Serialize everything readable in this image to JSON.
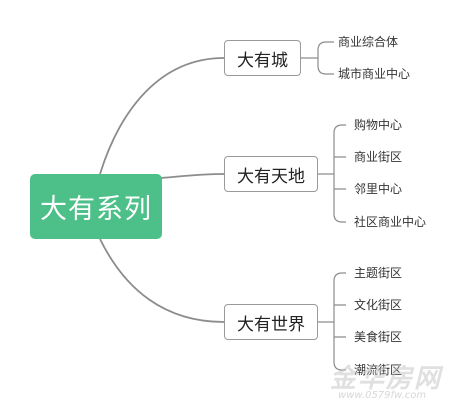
{
  "root": {
    "label": "大有系列"
  },
  "branches": [
    {
      "label": "大有城",
      "leaves": [
        "商业综合体",
        "城市商业中心"
      ]
    },
    {
      "label": "大有天地",
      "leaves": [
        "购物中心",
        "商业街区",
        "邻里中心",
        "社区商业中心"
      ]
    },
    {
      "label": "大有世界",
      "leaves": [
        "主题街区",
        "文化街区",
        "美食街区",
        "潮流街区"
      ]
    }
  ],
  "colors": {
    "root_fill": "#4dbf88",
    "connector": "#8c8c8c",
    "branch_border": "#9a9a9a"
  },
  "watermark": {
    "brand": "金华房网",
    "url": "www.0579fw.com"
  }
}
